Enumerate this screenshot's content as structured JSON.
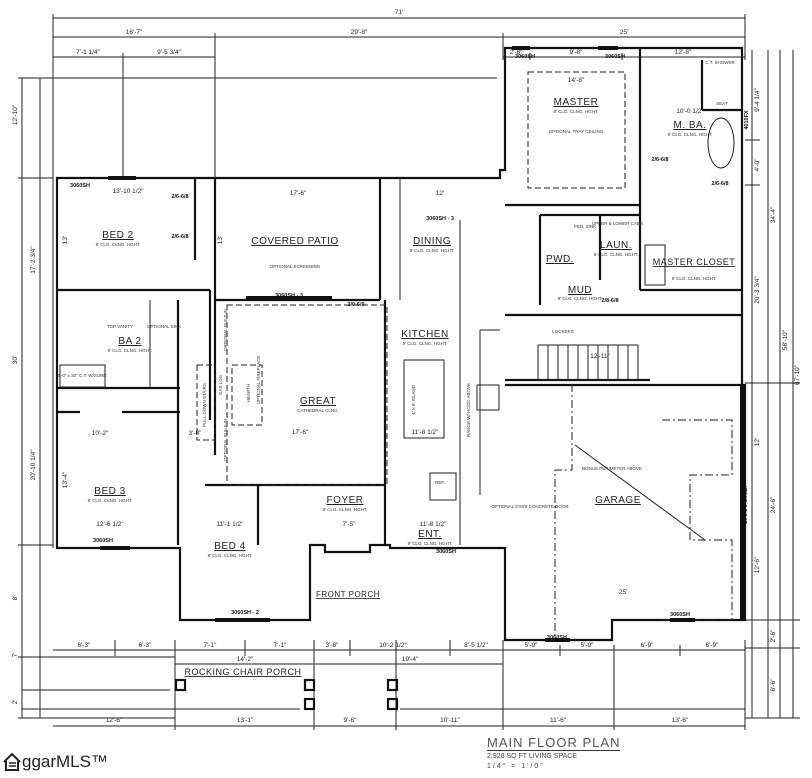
{
  "title": {
    "heading": "MAIN FLOOR PLAN",
    "living_space": "2,928 SQ FT LIVING SPACE",
    "scale": "1/4\" = 1'/0\""
  },
  "logo": {
    "text": "ggarMLS™"
  },
  "dimensions": {
    "top": [
      "71'",
      "16'-7\"",
      "29'-8\"",
      "25'",
      "7'-1 1/4\"",
      "9'-5 3/4\"",
      "2'-8\"",
      "9'-8\"",
      "12'-8\""
    ],
    "bottom_upper": [
      "6'-3\"",
      "6'-3\"",
      "7'-1\"",
      "7'-1\"",
      "3'-8\"",
      "10'-2 1/2\"",
      "8'-5 1/2\"",
      "5'-9\"",
      "5'-9\"",
      "6'-9\"",
      "6'-9\""
    ],
    "bottom_middle": [
      "14'-2\"",
      "19'-4\""
    ],
    "bottom_lower": [
      "12'-6\"",
      "13'-1\"",
      "9'-6\"",
      "10'-11\"",
      "11'-6\"",
      "13'-6\""
    ],
    "left": [
      "12'-10\"",
      "17'-2 3/4\"",
      "30'",
      "20'-10 1/4\"",
      "8'",
      "7'",
      "2'"
    ],
    "right": [
      "9'-4 1/4\"",
      "4'-0\"",
      "34'-4\"",
      "20'-3 3/4\"",
      "58'-10\"",
      "67'-10\"",
      "12'",
      "24'-6\"",
      "12'-6\"",
      "2'-6\"",
      "6'-6\""
    ],
    "interior": [
      "13'-10 1/2\"",
      "17'-6\"",
      "12'",
      "14'-8\"",
      "10'-0 1/2\"",
      "17'-6\"",
      "11'-8 1/2\"",
      "12'-6 1/2\"",
      "11'-1 1/2\"",
      "7'-5\"",
      "11'-8 1/2\"",
      "25'",
      "12'-11\"",
      "13'",
      "13'",
      "13'-4\"",
      "10'-2\"",
      "3'-8\""
    ]
  },
  "rooms": {
    "bed2": {
      "label": "BED 2",
      "sub": "9' CLG. CLNG. HGHT."
    },
    "patio": {
      "label": "COVERED PATIO",
      "sub": "OPTIONAL SCREENING"
    },
    "dining": {
      "label": "DINING",
      "sub": "9' CLG. CLNG. HGHT."
    },
    "master": {
      "label": "MASTER",
      "sub": "9' CLG. CLNG. HGHT.",
      "note": "OPTIONAL TRAY CEILING"
    },
    "mba": {
      "label": "M. BA.",
      "sub": "9' CLG. CLNG. HGHT."
    },
    "pwd": {
      "label": "PWD."
    },
    "laun": {
      "label": "LAUN.",
      "sub": "9' CLG. CLNG. HGHT."
    },
    "mud": {
      "label": "MUD",
      "sub": "9' CLG. CLNG. HGHT."
    },
    "closet": {
      "label": "MASTER CLOSET",
      "sub": "9' CLG. CLNG. HGHT."
    },
    "kitchen": {
      "label": "KITCHEN",
      "sub": "9' CLG. CLNG. HGHT."
    },
    "great": {
      "label": "GREAT",
      "sub": "CATHEDRAL CLNG."
    },
    "ba2": {
      "label": "BA 2",
      "sub": "9' CLG. CLNG. HGHT."
    },
    "bed3": {
      "label": "BED 3",
      "sub": "9' CLG. CLNG. HGHT."
    },
    "bed4": {
      "label": "BED 4",
      "sub": "9' CLG. CLNG. HGHT."
    },
    "foyer": {
      "label": "FOYER",
      "sub": "9' CLG. CLNG. HGHT."
    },
    "ent": {
      "label": "ENT.",
      "sub": "9' CLG. CLNG. HGHT."
    },
    "front_porch": {
      "label": "FRONT PORCH"
    },
    "garage": {
      "label": "GARAGE",
      "note": "BONUS PERIMETER ABOVE"
    },
    "rocking_porch": {
      "label": "ROCKING CHAIR PORCH"
    }
  },
  "notes": {
    "window": "3060SH",
    "window_3": "3060SH - 3",
    "window_2": "3060SH - 2",
    "pull_down": "PULL DOWN STAIRS",
    "fireplace": "OPTIONAL FIREPLACE",
    "hearth": "HEARTH",
    "gas_log": "GAS LOG",
    "built_in": "OPTIONAL BUILT-IN",
    "lockers": "LOCKERS",
    "garage_door": "16'0-8'0 O.H.D.",
    "range": "RANGE W/ HOOD ABOVE",
    "ref": "REF.",
    "island": "4' X 8' ISLAND",
    "top_vanity": "TOP VANITY",
    "opt_sink": "OPTIONAL SINK",
    "tub": "5'-0\" x 30\" C.T. W/SURR",
    "shower": "C.T. SHOWER",
    "seat": "SEAT",
    "cabinets": "UPPER & LOWER CABS.",
    "ped_sink": "PED. SINK",
    "garage_opt_door": "OPTIONAL 3'X6'8 CONCRETE DOOR",
    "door_26": "2/6-6/8",
    "door_30": "3/0-6/0",
    "window_4010": "4010FX",
    "door_2868": "2/8-6/8"
  }
}
